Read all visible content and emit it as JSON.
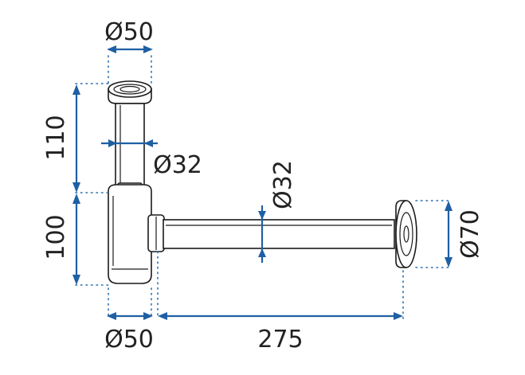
{
  "drawing": {
    "colors": {
      "dimension": "#1f5fa3",
      "part_outline": "#1a1a1a",
      "background": "#ffffff"
    },
    "dimensions": {
      "top_outlet_diameter": "Ø50",
      "upper_height": "110",
      "tube_diameter": "Ø32",
      "horizontal_pipe_diameter": "Ø32",
      "lower_height": "100",
      "flange_diameter": "Ø70",
      "bottom_diameter": "Ø50",
      "horizontal_length": "275"
    }
  }
}
